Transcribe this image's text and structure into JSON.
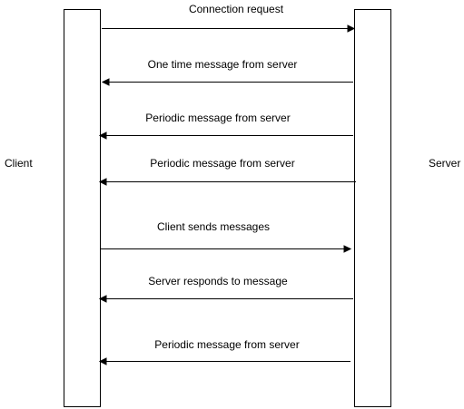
{
  "participants": {
    "client": {
      "label": "Client"
    },
    "server": {
      "label": "Server"
    }
  },
  "messages": [
    {
      "label": "Connection request",
      "direction": "client-to-server"
    },
    {
      "label": "One time message from server",
      "direction": "server-to-client"
    },
    {
      "label": "Periodic message from server",
      "direction": "server-to-client"
    },
    {
      "label": "Periodic message from server",
      "direction": "server-to-client"
    },
    {
      "label": "Client sends messages",
      "direction": "client-to-server"
    },
    {
      "label": "Server responds to message",
      "direction": "server-to-client"
    },
    {
      "label": "Periodic message from server",
      "direction": "server-to-client"
    }
  ]
}
